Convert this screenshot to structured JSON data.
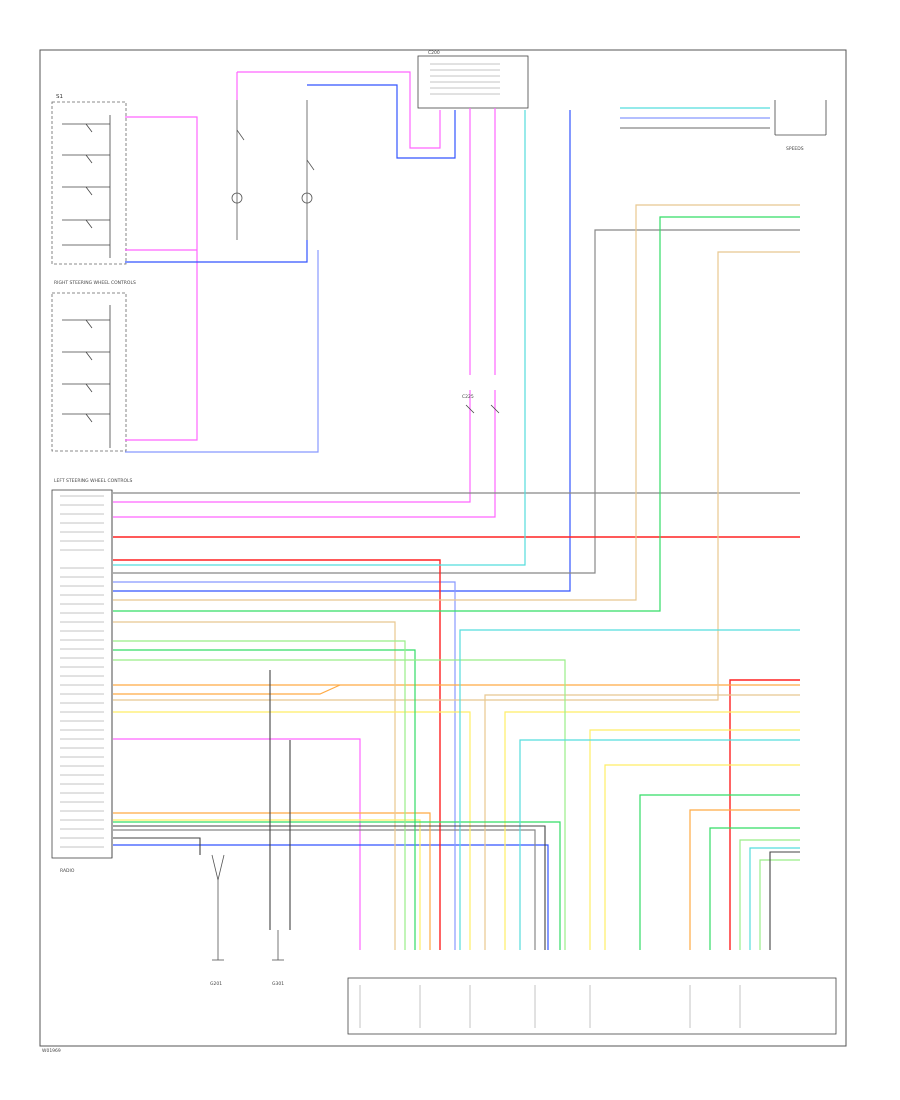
{
  "page": {
    "footer_code": "W01969"
  },
  "colors": {
    "pink": "#ff66ff",
    "blue": "#3355ff",
    "lightblue": "#8899ff",
    "red": "#ff2222",
    "orange": "#ffaa44",
    "yellow": "#ffee66",
    "green": "#33dd66",
    "lightgreen": "#99ee88",
    "cyan": "#55dddd",
    "gray": "#888888",
    "dark": "#444444",
    "tan": "#e8c890"
  },
  "components": {
    "top_connector_label": "C200",
    "right_top_label": "SPEEDS",
    "left_upper_label": "S1",
    "left_middle_label": "RIGHT STEERING WHEEL CONTROLS",
    "left_lower_label": "LEFT STEERING WHEEL CONTROLS",
    "bottom_module_label": "RADIO",
    "ground_left": "G201",
    "ground_right": "G301",
    "midpoint_label": "C225"
  }
}
